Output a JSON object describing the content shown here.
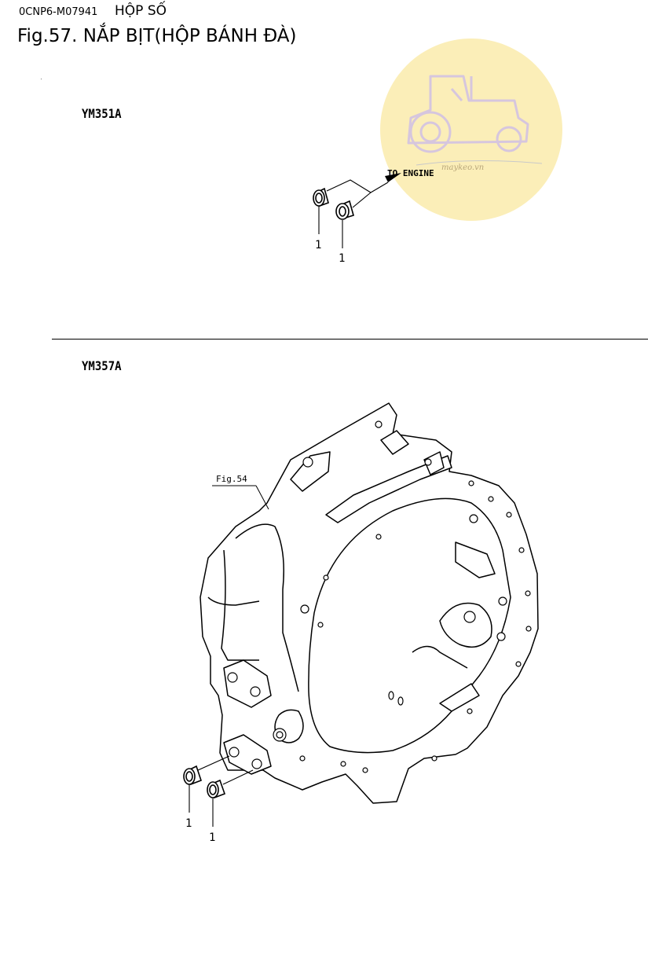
{
  "header": {
    "code": "0CNP6-M07941",
    "section": "HỘP SỐ",
    "title": "Fig.57.  NẮP BỊT(HỘP BÁNH ĐÀ)"
  },
  "watermark": {
    "text": "maykeo.vn",
    "color": "#fbeeb8"
  },
  "top_section": {
    "model": "YM351A",
    "direction_label": "TO ENGINE",
    "callouts": [
      "1",
      "1"
    ]
  },
  "bottom_section": {
    "model": "YM357A",
    "reference": "Fig.54",
    "callouts": [
      "1",
      "1"
    ]
  }
}
